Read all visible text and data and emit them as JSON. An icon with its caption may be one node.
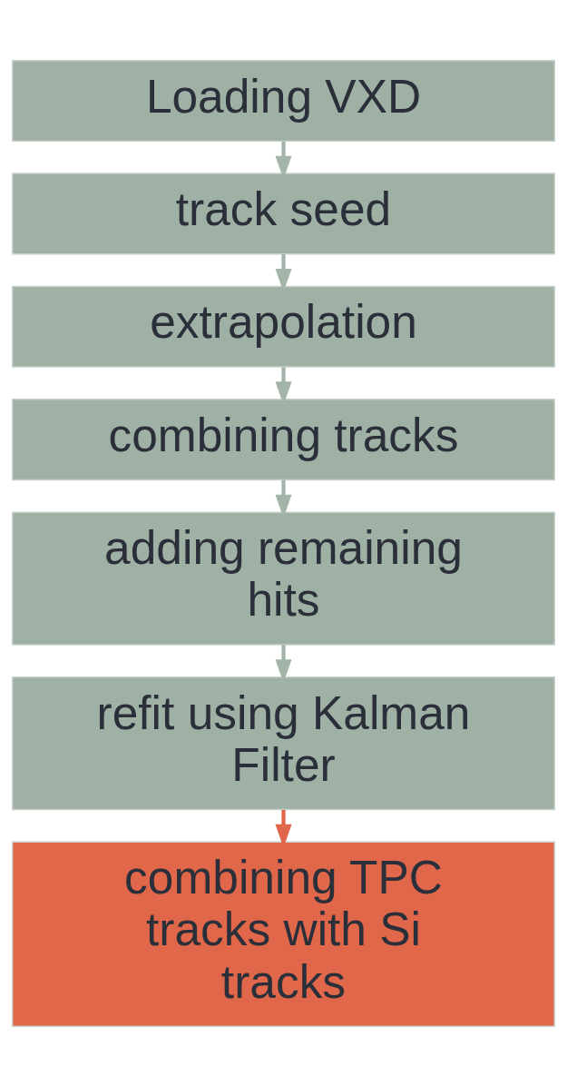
{
  "diagram": {
    "nodes": [
      {
        "text": [
          "Loading VXD"
        ]
      },
      {
        "text": [
          "track seed"
        ]
      },
      {
        "text": [
          "extrapolation"
        ]
      },
      {
        "text": [
          "combining tracks"
        ]
      },
      {
        "text": [
          "adding remaining hits"
        ]
      },
      {
        "text": [
          "refit using Kalman Filter"
        ]
      },
      {
        "text": [
          "combining TPC tracks with Si tracks"
        ]
      }
    ],
    "edges": [
      {
        "from": 0,
        "to": 1,
        "arrow": "to"
      },
      {
        "from": 1,
        "to": 2,
        "arrow": "to"
      },
      {
        "from": 2,
        "to": 3,
        "arrow": "to"
      },
      {
        "from": 3,
        "to": 4,
        "arrow": "to"
      },
      {
        "from": 4,
        "to": 5,
        "arrow": "to"
      },
      {
        "from": 5,
        "to": 6,
        "arrow": "to",
        "color": "#e0674a"
      }
    ]
  }
}
